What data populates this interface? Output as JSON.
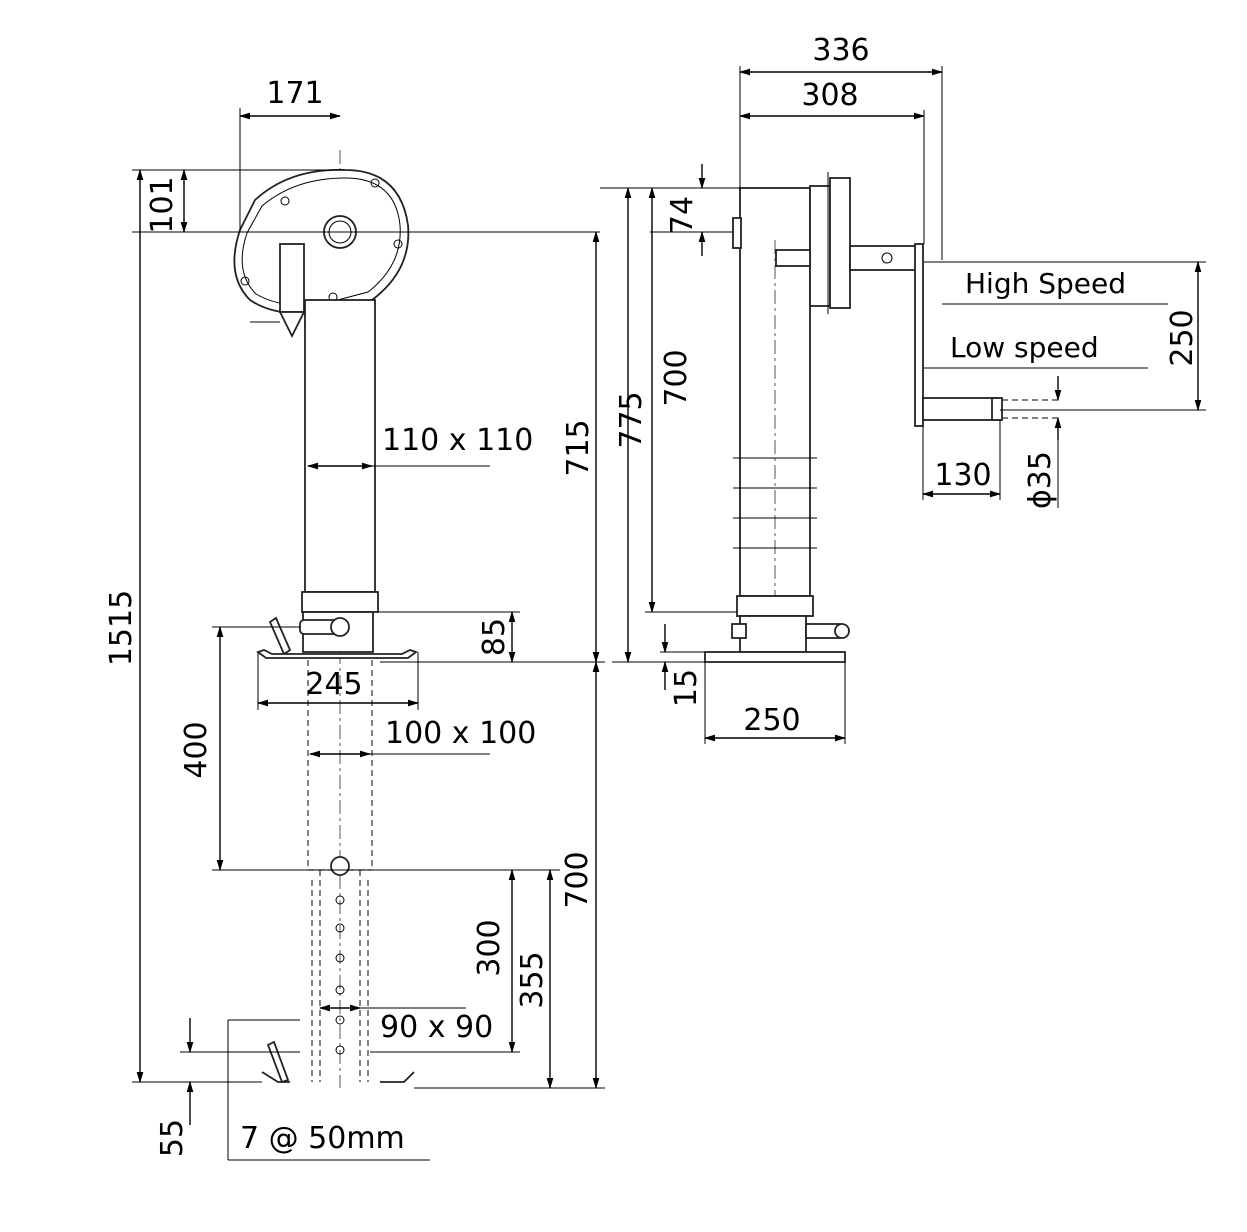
{
  "front_view": {
    "dimensions": {
      "gearbox_width": "171",
      "top_offset": "101",
      "overall_height": "1515",
      "outer_tube": "110 x 110",
      "outer_length": "715",
      "foot_height": "85",
      "foot_width": "245",
      "inner_tube": "100 x 100",
      "inner_travel": "400",
      "inner_length": "700",
      "pin_range": "300",
      "pin_section": "355",
      "lower_tube": "90 x 90",
      "bottom_offset": "55",
      "hole_pitch": "7 @ 50mm"
    }
  },
  "side_view": {
    "dimensions": {
      "overall_depth": "336",
      "body_depth": "308",
      "top_to_shaft": "74",
      "tube_length_outer": "775",
      "tube_length_inner": "700",
      "plate_thickness": "15",
      "plate_width": "250",
      "crank_radius": "250",
      "handle_length": "130",
      "handle_diameter": "ϕ35"
    },
    "labels": {
      "high_speed": "High Speed",
      "low_speed": "Low speed"
    }
  }
}
